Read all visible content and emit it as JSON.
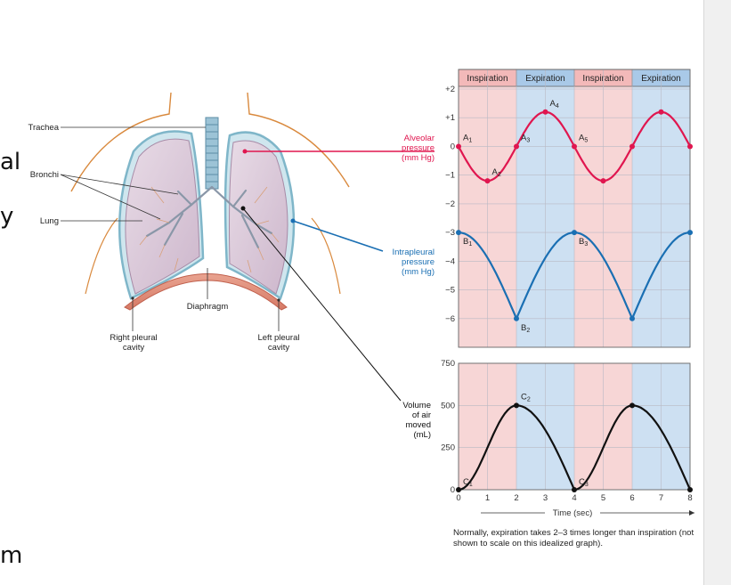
{
  "page": {
    "left_fragments": [
      "al",
      "y",
      "m"
    ],
    "caption": "Normally, expiration takes 2–3 times longer than inspiration (not shown to scale on this idealized graph)."
  },
  "lung_labels": {
    "trachea": "Trachea",
    "bronchi": "Bronchi",
    "lung": "Lung",
    "diaphragm": "Diaphragm",
    "right_pleural": [
      "Right pleural",
      "cavity"
    ],
    "left_pleural": [
      "Left pleural",
      "cavity"
    ]
  },
  "colors": {
    "alveolar": "#e0164f",
    "intrapleural": "#1a6fb3",
    "volume": "#111111",
    "inspiration_bg": "#f7d6d6",
    "expiration_bg": "#cde0f2",
    "header_insp": "#f3b9b9",
    "header_exp": "#a9c9e8"
  },
  "chart_data": {
    "type": "line",
    "phases": [
      "Inspiration",
      "Expiration",
      "Inspiration",
      "Expiration"
    ],
    "x": [
      0,
      1,
      2,
      3,
      4,
      5,
      6,
      7,
      8
    ],
    "xlabel": "Time (sec)",
    "xlim": [
      0,
      8
    ],
    "panels": [
      {
        "name": "pressure",
        "ylim": [
          -7,
          2
        ],
        "yticks": [
          "+2",
          "+1",
          "0",
          "−1",
          "−2",
          "−3",
          "−4",
          "−5",
          "−6"
        ],
        "ytick_values": [
          2,
          1,
          0,
          -1,
          -2,
          -3,
          -4,
          -5,
          -6
        ],
        "series": [
          {
            "name": "Alveolar pressure (mm Hg)",
            "label_lines": [
              "Alveolar",
              "pressure",
              "(mm Hg)"
            ],
            "x": [
              0,
              1,
              2,
              3,
              4,
              5,
              6,
              7,
              8
            ],
            "y": [
              0,
              -1.2,
              0,
              1.2,
              0,
              -1.2,
              0,
              1.2,
              0
            ],
            "points": [
              {
                "x": 0,
                "y": 0,
                "label": "A",
                "sub": "1"
              },
              {
                "x": 1,
                "y": -1.2,
                "label": "A",
                "sub": "2"
              },
              {
                "x": 2,
                "y": 0,
                "label": "A",
                "sub": "3"
              },
              {
                "x": 3,
                "y": 1.2,
                "label": "A",
                "sub": "4"
              },
              {
                "x": 4,
                "y": 0,
                "label": "A",
                "sub": "5"
              },
              {
                "x": 5,
                "y": -1.2,
                "label": "",
                "sub": ""
              },
              {
                "x": 6,
                "y": 0,
                "label": "",
                "sub": ""
              },
              {
                "x": 7,
                "y": 1.2,
                "label": "",
                "sub": ""
              },
              {
                "x": 8,
                "y": 0,
                "label": "",
                "sub": ""
              }
            ]
          },
          {
            "name": "Intrapleural pressure (mm Hg)",
            "label_lines": [
              "Intrapleural",
              "pressure",
              "(mm Hg)"
            ],
            "x": [
              0,
              2,
              4,
              6,
              8
            ],
            "y": [
              -3,
              -6,
              -3,
              -6,
              -3
            ],
            "points": [
              {
                "x": 0,
                "y": -3,
                "label": "B",
                "sub": "1"
              },
              {
                "x": 2,
                "y": -6,
                "label": "B",
                "sub": "2"
              },
              {
                "x": 4,
                "y": -3,
                "label": "B",
                "sub": "3"
              },
              {
                "x": 6,
                "y": -6,
                "label": "",
                "sub": ""
              },
              {
                "x": 8,
                "y": -3,
                "label": "",
                "sub": ""
              }
            ]
          }
        ]
      },
      {
        "name": "volume",
        "ylim": [
          0,
          750
        ],
        "yticks": [
          "750",
          "500",
          "250",
          "0"
        ],
        "ytick_values": [
          750,
          500,
          250,
          0
        ],
        "series": [
          {
            "name": "Volume of air moved (mL)",
            "label_lines": [
              "Volume",
              "of air",
              "moved",
              "(mL)"
            ],
            "x": [
              0,
              2,
              4,
              6,
              8
            ],
            "y": [
              0,
              500,
              0,
              500,
              0
            ],
            "points": [
              {
                "x": 0,
                "y": 0,
                "label": "C",
                "sub": "1"
              },
              {
                "x": 2,
                "y": 500,
                "label": "C",
                "sub": "2"
              },
              {
                "x": 4,
                "y": 0,
                "label": "C",
                "sub": "3"
              },
              {
                "x": 6,
                "y": 500,
                "label": "",
                "sub": ""
              },
              {
                "x": 8,
                "y": 0,
                "label": "",
                "sub": ""
              }
            ]
          }
        ]
      }
    ]
  }
}
